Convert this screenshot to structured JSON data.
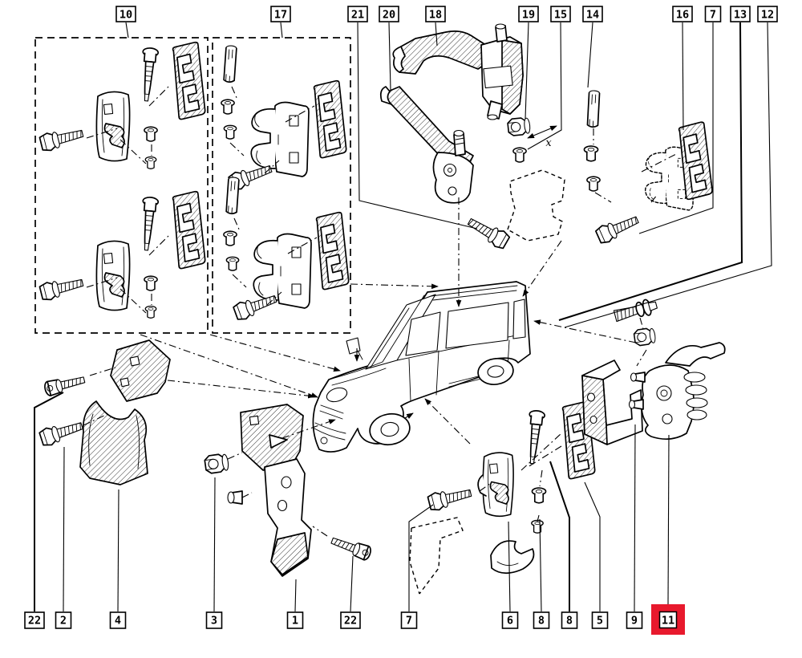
{
  "page": {
    "background": "#ffffff",
    "line_color": "#000000",
    "highlight_color": "#e8192d"
  },
  "dimension_label": "x",
  "callouts": {
    "top": [
      {
        "label": "10"
      },
      {
        "label": "17"
      },
      {
        "label": "21"
      },
      {
        "label": "20"
      },
      {
        "label": "18"
      },
      {
        "label": "19"
      },
      {
        "label": "15"
      },
      {
        "label": "14"
      },
      {
        "label": "16"
      },
      {
        "label": "7"
      },
      {
        "label": "13"
      },
      {
        "label": "12"
      }
    ],
    "bottom": [
      {
        "label": "22"
      },
      {
        "label": "2"
      },
      {
        "label": "4"
      },
      {
        "label": "3"
      },
      {
        "label": "1"
      },
      {
        "label": "22"
      },
      {
        "label": "7"
      },
      {
        "label": "6"
      },
      {
        "label": "8"
      },
      {
        "label": "8"
      },
      {
        "label": "5"
      },
      {
        "label": "9"
      },
      {
        "label": "11",
        "highlighted": true
      }
    ]
  }
}
